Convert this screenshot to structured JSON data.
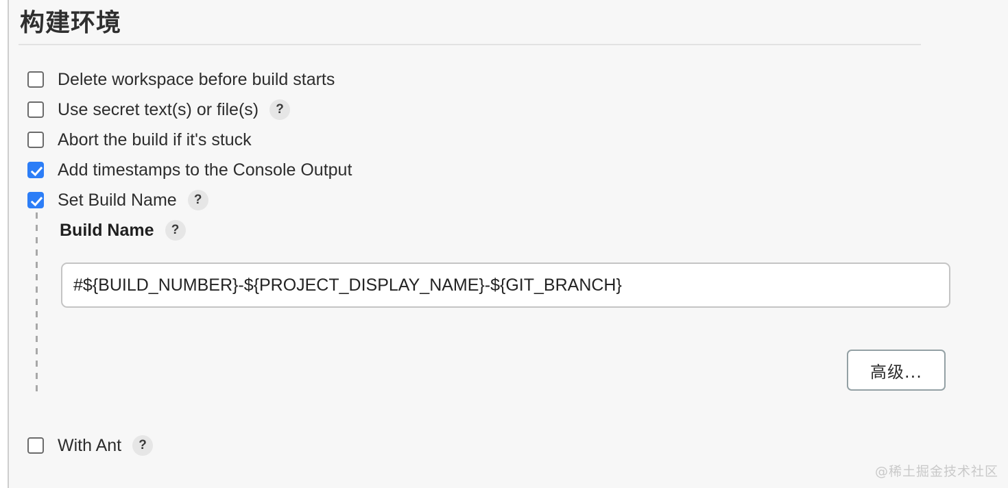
{
  "section": {
    "title": "构建环境"
  },
  "options": [
    {
      "label": "Delete workspace before build starts",
      "checked": false,
      "help": null,
      "name": "delete-workspace-before-build-starts"
    },
    {
      "label": "Use secret text(s) or file(s)",
      "checked": false,
      "help": "?",
      "name": "use-secret-texts-or-files"
    },
    {
      "label": "Abort the build if it's stuck",
      "checked": false,
      "help": null,
      "name": "abort-the-build-if-its-stuck"
    },
    {
      "label": "Add timestamps to the Console Output",
      "checked": true,
      "help": null,
      "name": "add-timestamps-to-the-console-output"
    },
    {
      "label": "Set Build Name",
      "checked": true,
      "help": "?",
      "name": "set-build-name"
    }
  ],
  "build_name_field": {
    "label": "Build Name",
    "help": "?",
    "value": "#${BUILD_NUMBER}-${PROJECT_DISPLAY_NAME}-${GIT_BRANCH}",
    "placeholder": ""
  },
  "advanced_button": {
    "label": "高级..."
  },
  "footer_option": {
    "label": "With Ant",
    "checked": false,
    "help": "?",
    "name": "with-ant"
  },
  "watermark": {
    "text": "@稀土掘金技术社区"
  },
  "colors": {
    "accent": "#2d7ef7",
    "page_bg": "#f7f7f7",
    "border": "#c4c4c4",
    "text": "#2d2d2d"
  }
}
